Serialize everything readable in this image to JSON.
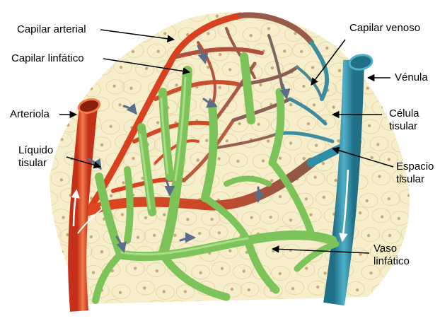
{
  "colors": {
    "tissue": "#f6eecb",
    "cell_outline": "#e6d6a6",
    "nucleus": "#c9a87a",
    "artery": "#d8401f",
    "artery_light": "#f07a4a",
    "vein": "#2f8ea6",
    "vein_light": "#6cc0d4",
    "lymph": "#7cc45a",
    "lymph_dark": "#4f9a3a",
    "flow_arrow": "#5a6e8a",
    "label_line": "#000000"
  },
  "labels": {
    "capilar_arterial": "Capilar arterial",
    "capilar_linfatico": "Capilar linfático",
    "arteriola": "Arteriola",
    "liquido_tisular": "Líquido\ntisular",
    "capilar_venoso": "Capilar venoso",
    "venula": "Vénula",
    "celula_tisular": "Célula\ntisular",
    "espacio_tisular": "Espacio\ntisular",
    "vaso_linfatico": "Vaso\nlinfático"
  }
}
